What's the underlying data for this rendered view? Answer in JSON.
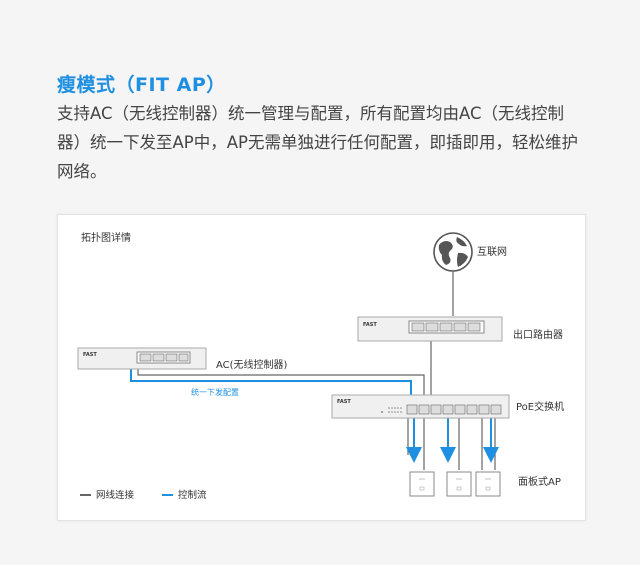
{
  "section": {
    "title": "瘦模式（FIT AP）",
    "description": "支持AC（无线控制器）统一管理与配置，所有配置均由AC（无线控制器）统一下发至AP中，AP无需单独进行任何配置，即插即用，轻松维护网络。"
  },
  "diagram": {
    "heading": "拓扑图详情",
    "internet_label": "互联网",
    "router_label": "出口路由器",
    "ac_label": "AC(无线控制器)",
    "control_label": "统一下发配置",
    "switch_label": "PoE交换机",
    "ap_label": "面板式AP",
    "device_brand": "FAST",
    "legend": {
      "network_label": "网线连接",
      "control_label": "控制流"
    },
    "colors": {
      "network_line": "#666666",
      "control_flow": "#1e8fe1"
    }
  }
}
